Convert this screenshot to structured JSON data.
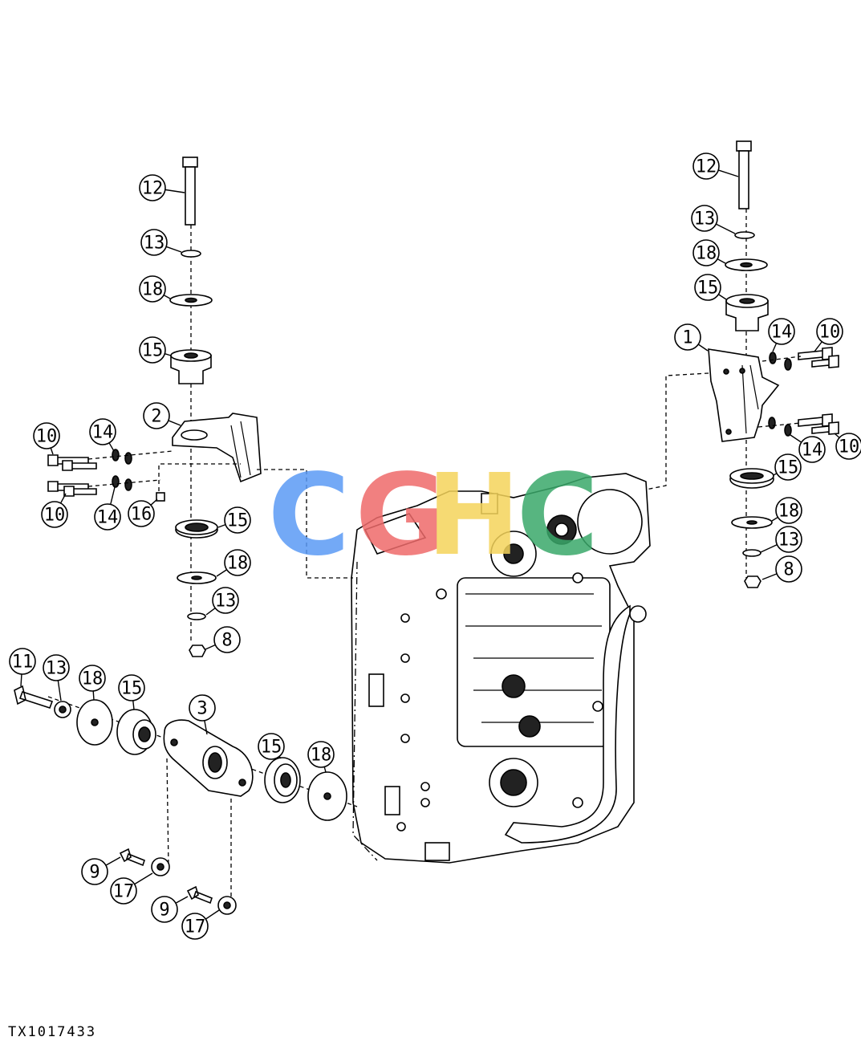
{
  "figure_id": "TX1017433",
  "watermark": {
    "letters": [
      "C",
      "G",
      "H",
      "C"
    ],
    "colors": [
      "#5b9bf5",
      "#ef6b6b",
      "#f5d45b",
      "#3aa96a"
    ]
  },
  "callouts": [
    "12",
    "13",
    "18",
    "15",
    "2",
    "10",
    "14",
    "10",
    "14",
    "16",
    "15",
    "18",
    "13",
    "8",
    "11",
    "13",
    "18",
    "15",
    "3",
    "15",
    "18",
    "9",
    "17",
    "9",
    "17",
    "12",
    "13",
    "18",
    "15",
    "1",
    "14",
    "10",
    "14",
    "10",
    "15",
    "18",
    "13",
    "8"
  ]
}
